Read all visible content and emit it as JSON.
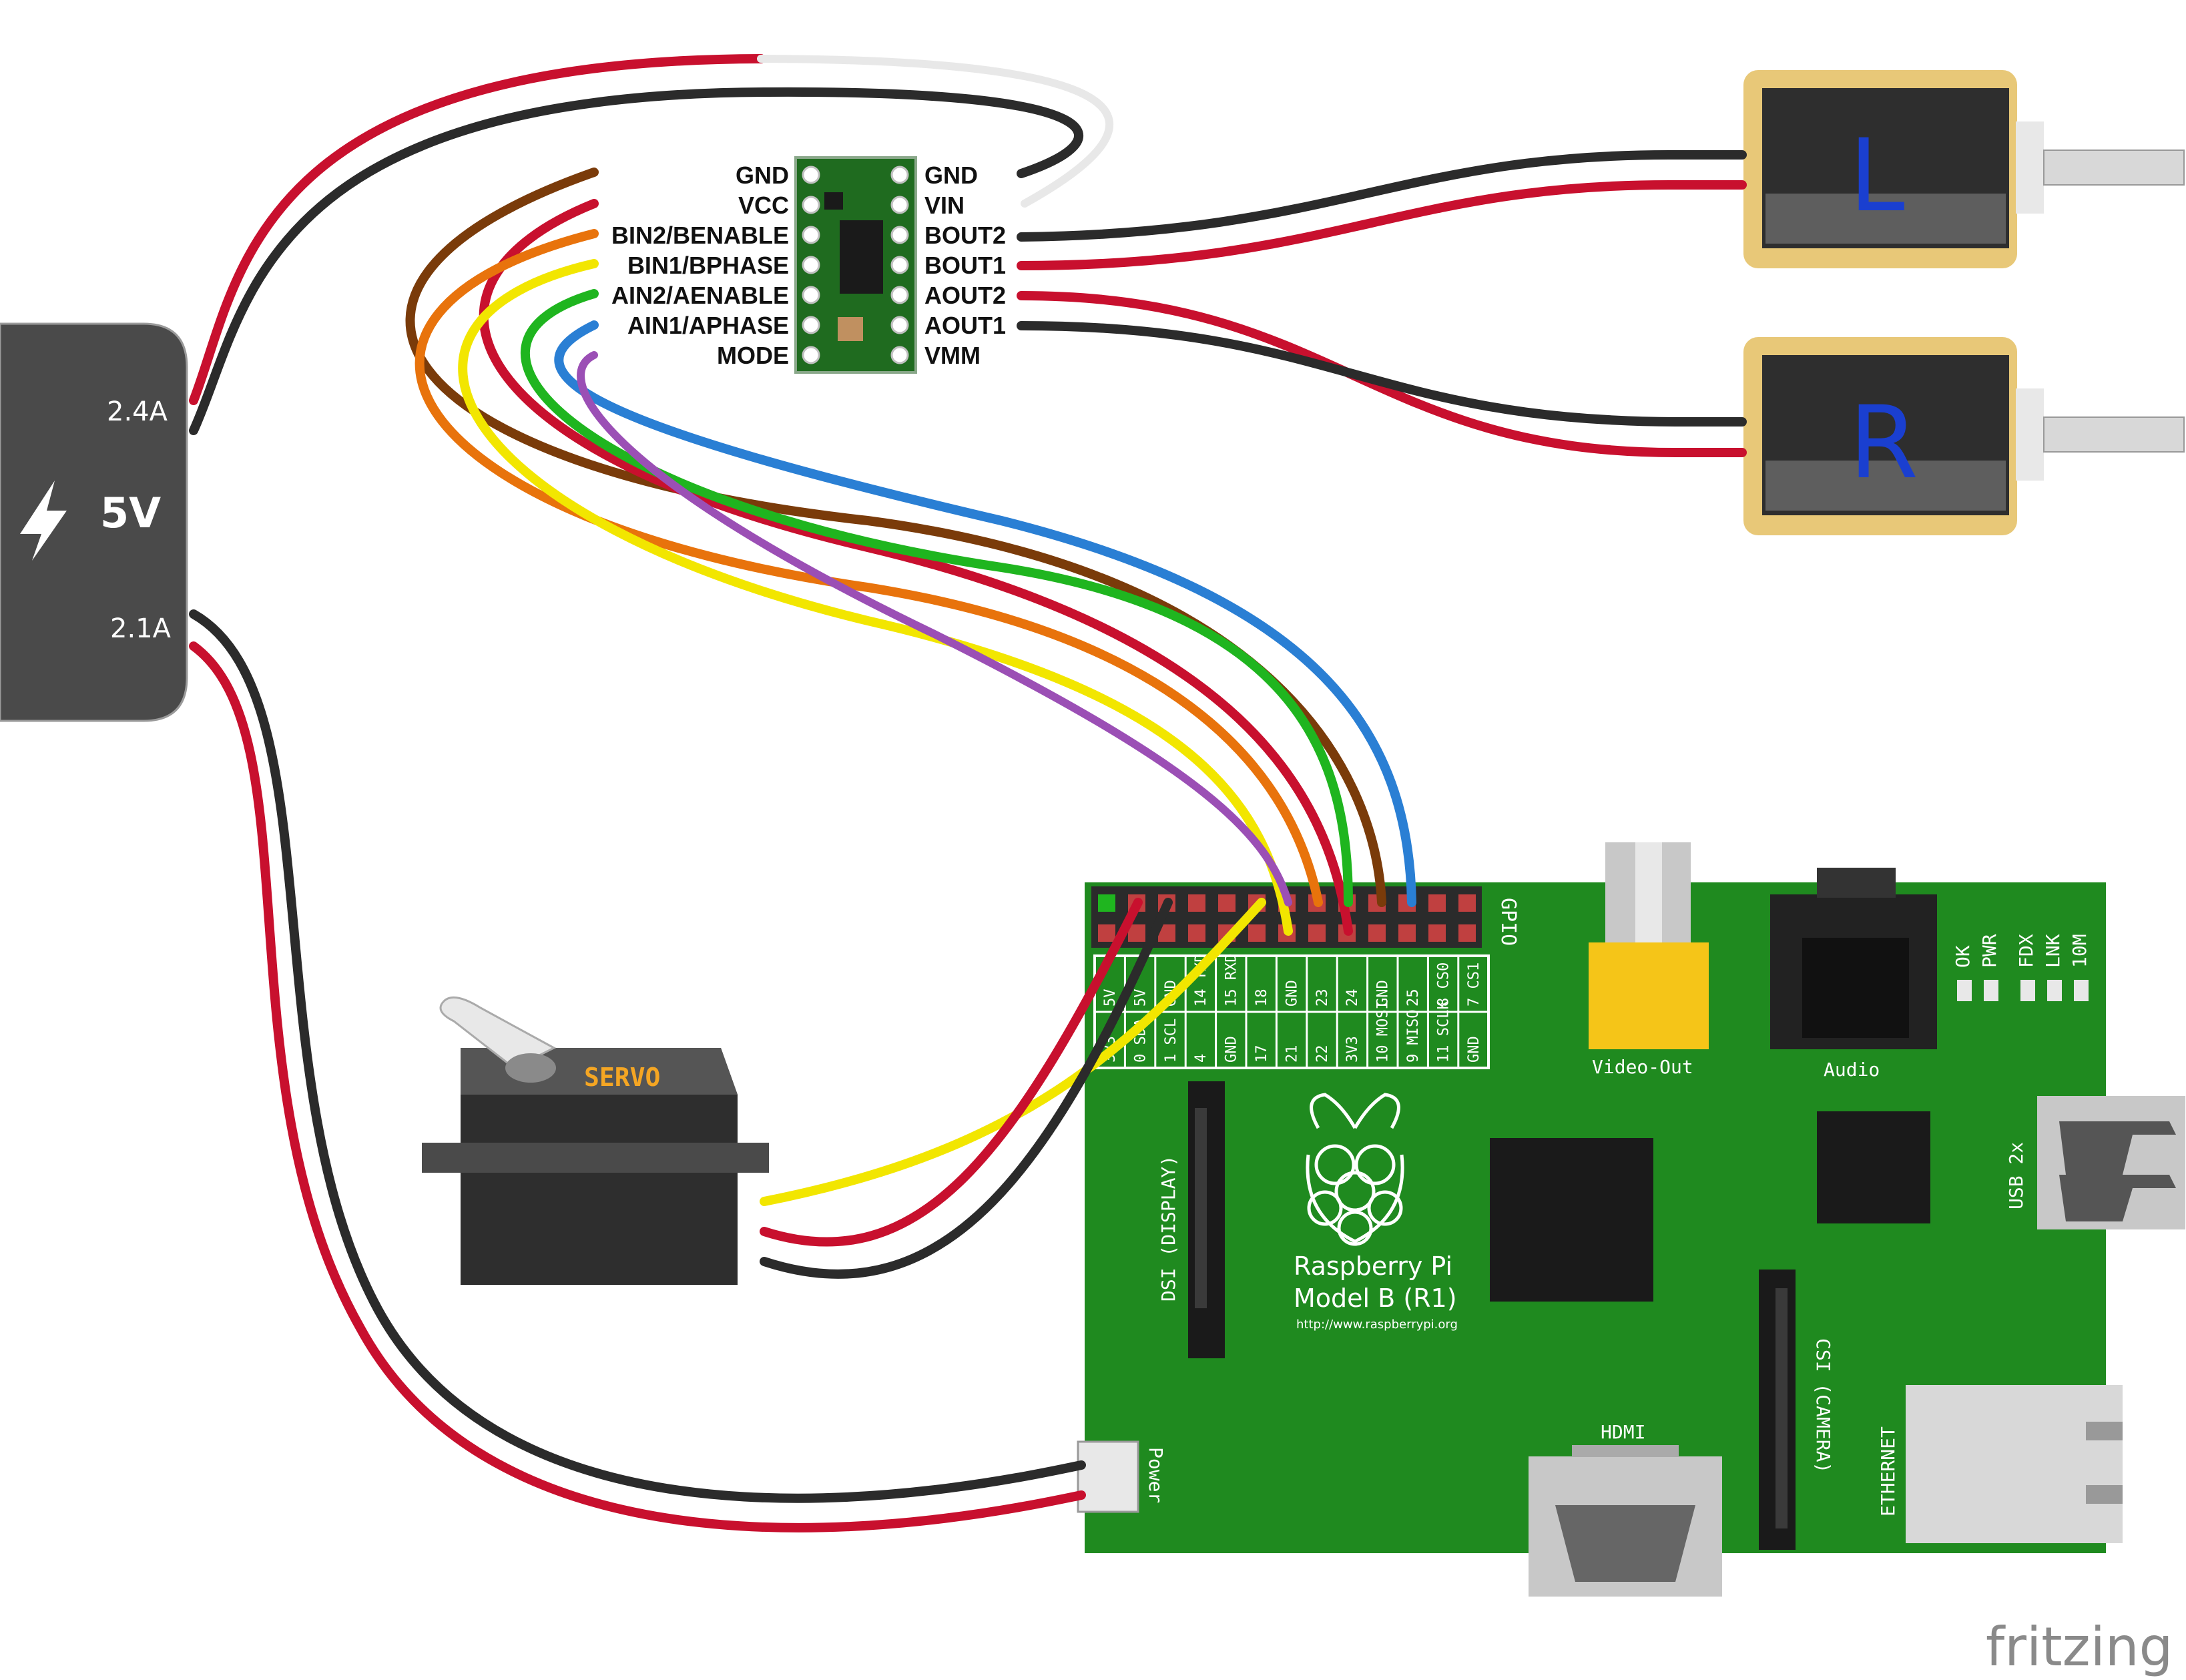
{
  "power_supply": {
    "voltage": "5V",
    "port_top": "2.4A",
    "port_bottom": "2.1A"
  },
  "driver_board": {
    "left_pins": [
      "GND",
      "VCC",
      "BIN2/BENABLE",
      "BIN1/BPHASE",
      "AIN2/AENABLE",
      "AIN1/APHASE",
      "MODE"
    ],
    "right_pins": [
      "GND",
      "VIN",
      "BOUT2",
      "BOUT1",
      "AOUT2",
      "AOUT1",
      "VMM"
    ]
  },
  "solenoids": [
    {
      "label": "L"
    },
    {
      "label": "R"
    }
  ],
  "servo": {
    "label": "SERVO"
  },
  "pi": {
    "name_line1": "Raspberry Pi",
    "name_line2": "Model B (R1)",
    "url": "http://www.raspberrypi.org",
    "gpio_label": "GPIO",
    "gpio_top_row": [
      "5V",
      "5V",
      "GND",
      "14 TXD",
      "15 RXD",
      "18",
      "GND",
      "23",
      "24",
      "GND",
      "25",
      "8 CS0",
      "7 CS1"
    ],
    "gpio_bottom_row": [
      "3V3",
      "0 SDA",
      "1 SCL",
      "4",
      "GND",
      "17",
      "21",
      "22",
      "3V3",
      "10 MOSI",
      "9 MISO",
      "11 SCLK",
      "GND"
    ],
    "connectors": {
      "video": "Video-Out",
      "audio": "Audio",
      "usb": "USB 2x",
      "ethernet": "ETHERNET",
      "hdmi": "HDMI",
      "csi": "CSI (CAMERA)",
      "dsi": "DSI (DISPLAY)",
      "power": "Power"
    },
    "leds": [
      "OK",
      "PWR",
      "FDX",
      "LNK",
      "10M"
    ]
  },
  "watermark": "fritzing",
  "colors": {
    "pi_board": "#1f8a1f",
    "power_supply": "#4a4a4a",
    "wire_red": "#c8102e",
    "wire_black": "#2b2b2b",
    "wire_white": "#e8e8e8",
    "wire_brown": "#7a3b0a",
    "wire_orange": "#e8730c",
    "wire_yellow": "#f2e600",
    "wire_green": "#1fb51f",
    "wire_blue": "#2a7fd4",
    "wire_purple": "#9b4fb5",
    "solenoid_frame": "#e8c878"
  }
}
